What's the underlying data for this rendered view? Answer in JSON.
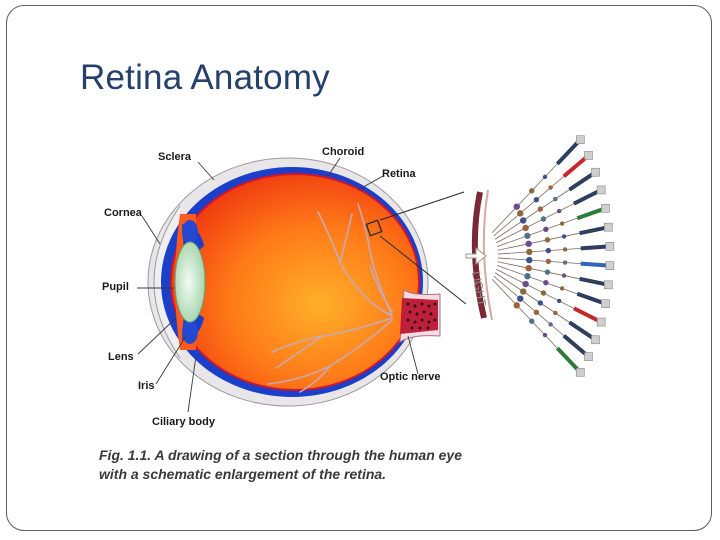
{
  "slide": {
    "title": "Retina Anatomy"
  },
  "figure": {
    "labels": {
      "sclera": "Sclera",
      "choroid": "Choroid",
      "retina": "Retina",
      "cornea": "Cornea",
      "pupil": "Pupil",
      "lens": "Lens",
      "iris": "Iris",
      "ciliary_body": "Ciliary body",
      "optic_nerve": "Optic nerve",
      "light": "LIGHT"
    },
    "caption_line1": "Fig. 1.1. A drawing of a section through the human eye",
    "caption_line2": "with a schematic enlargement of the retina."
  },
  "colors": {
    "title": "#24406b",
    "eye_interior": "#ff5a1e",
    "choroid": "#1b3fc9",
    "sclera": "#dcdcdc",
    "optic_nerve": "#c01f3c"
  }
}
